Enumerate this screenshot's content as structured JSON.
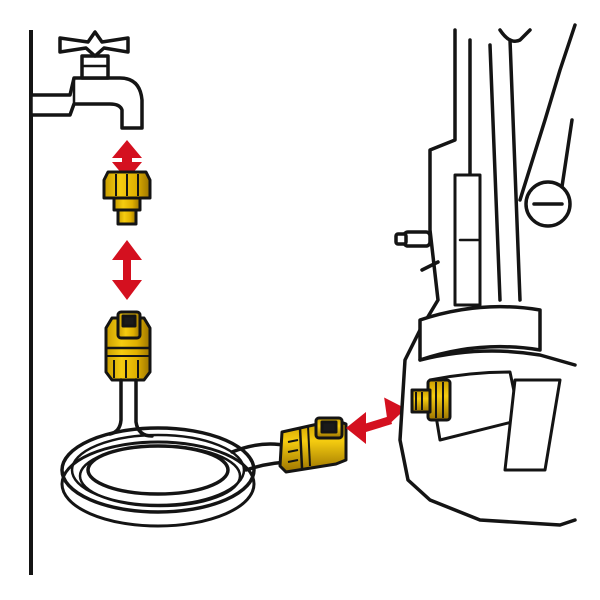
{
  "colors": {
    "outline": "#141414",
    "fitting_yellow": "#f2c200",
    "fitting_shade": "#b98f00",
    "arrow_red": "#d4101f",
    "background": "#ffffff"
  },
  "diagram": {
    "parts": [
      "wall-pipe",
      "water-tap",
      "tap-adapter",
      "hose-connector",
      "garden-hose",
      "device-connector",
      "pressure-washer",
      "device-water-inlet"
    ],
    "arrows": [
      {
        "id": "tap-to-adapter",
        "direction": "vertical-double"
      },
      {
        "id": "adapter-to-hose",
        "direction": "vertical-double"
      },
      {
        "id": "hose-to-inlet",
        "direction": "horizontal-double"
      }
    ]
  }
}
